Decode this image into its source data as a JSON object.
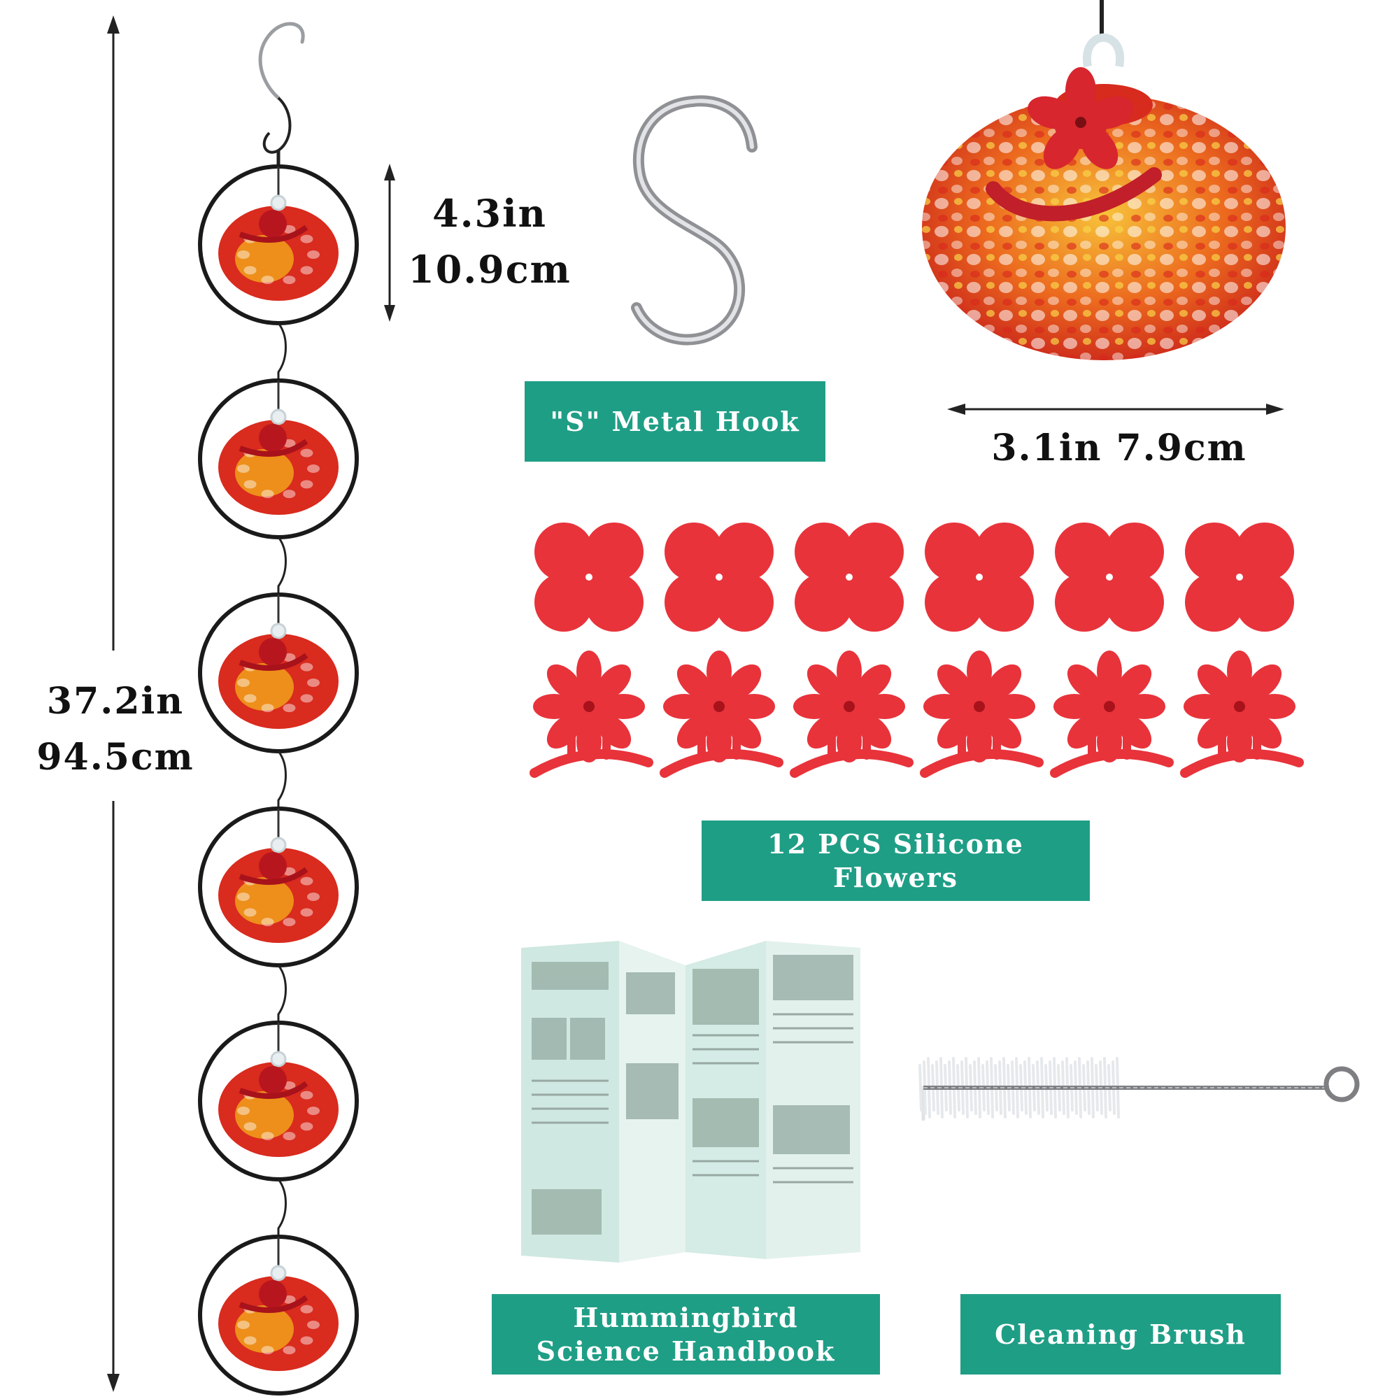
{
  "dimensions": {
    "total_height_in": "37.2in",
    "total_height_cm": "94.5cm",
    "feeder_height_in": "4.3in",
    "feeder_height_cm": "10.9cm",
    "feeder_width": "3.1in 7.9cm"
  },
  "labels": {
    "hook": "\"S\" Metal Hook",
    "flowers": "12 PCS Silicone Flowers",
    "handbook_line1": "Hummingbird",
    "handbook_line2": "Science Handbook",
    "brush": "Cleaning Brush"
  },
  "colors": {
    "accent": "#1f9e86",
    "flower_red": "#e8333b",
    "glass_red": "#d92b1e",
    "glass_yellow": "#f3b21a",
    "ring": "#1a1a1a"
  },
  "items": {
    "feeders_count": 6,
    "flat_flowers_count": 6,
    "perch_flowers_count": 6
  }
}
